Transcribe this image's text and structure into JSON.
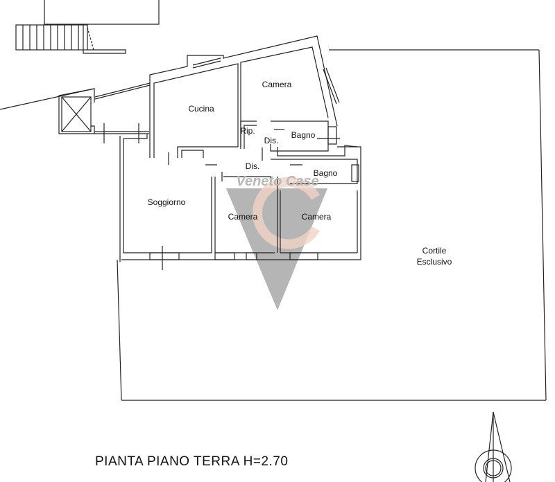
{
  "plan": {
    "title": "PIANTA PIANO TERRA  H=2.70",
    "rooms": {
      "camera_top": "Camera",
      "cucina": "Cucina",
      "ripostiglio": "Rip.",
      "dis_upper": "Dis.",
      "bagno_upper": "Bagno",
      "dis_main": "Dis.",
      "bagno_lower": "Bagno",
      "soggiorno": "Soggiorno",
      "camera_mid": "Camera",
      "camera_right": "Camera"
    },
    "cortile_line1": "Cortile",
    "cortile_line2": "Esclusivo"
  },
  "watermark": {
    "text": "Veneto Case",
    "color": "#9e9e9e",
    "accent": "#f2c9b8"
  },
  "north_arrow": {
    "icon": "north-arrow-icon"
  }
}
